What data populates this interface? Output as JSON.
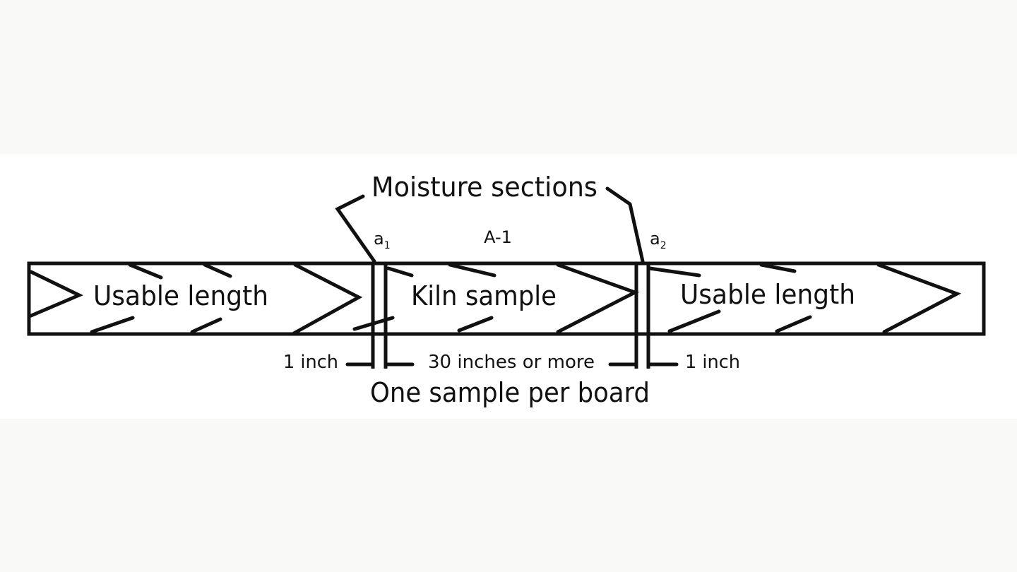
{
  "diagram": {
    "title": "Moisture sections",
    "sections": {
      "a1": {
        "letter": "a",
        "sub": "1"
      },
      "center": "A-1",
      "a2": {
        "letter": "a",
        "sub": "2"
      }
    },
    "segments": {
      "left": "Usable length",
      "middle": "Kiln sample",
      "right": "Usable length"
    },
    "dimensions": {
      "left": "1 inch",
      "middle": "30 inches or more",
      "right": "1 inch"
    },
    "caption": "One sample per board",
    "colors": {
      "ink": "#111111",
      "background": "#ffffff",
      "outer": "#f9f9f8"
    }
  }
}
